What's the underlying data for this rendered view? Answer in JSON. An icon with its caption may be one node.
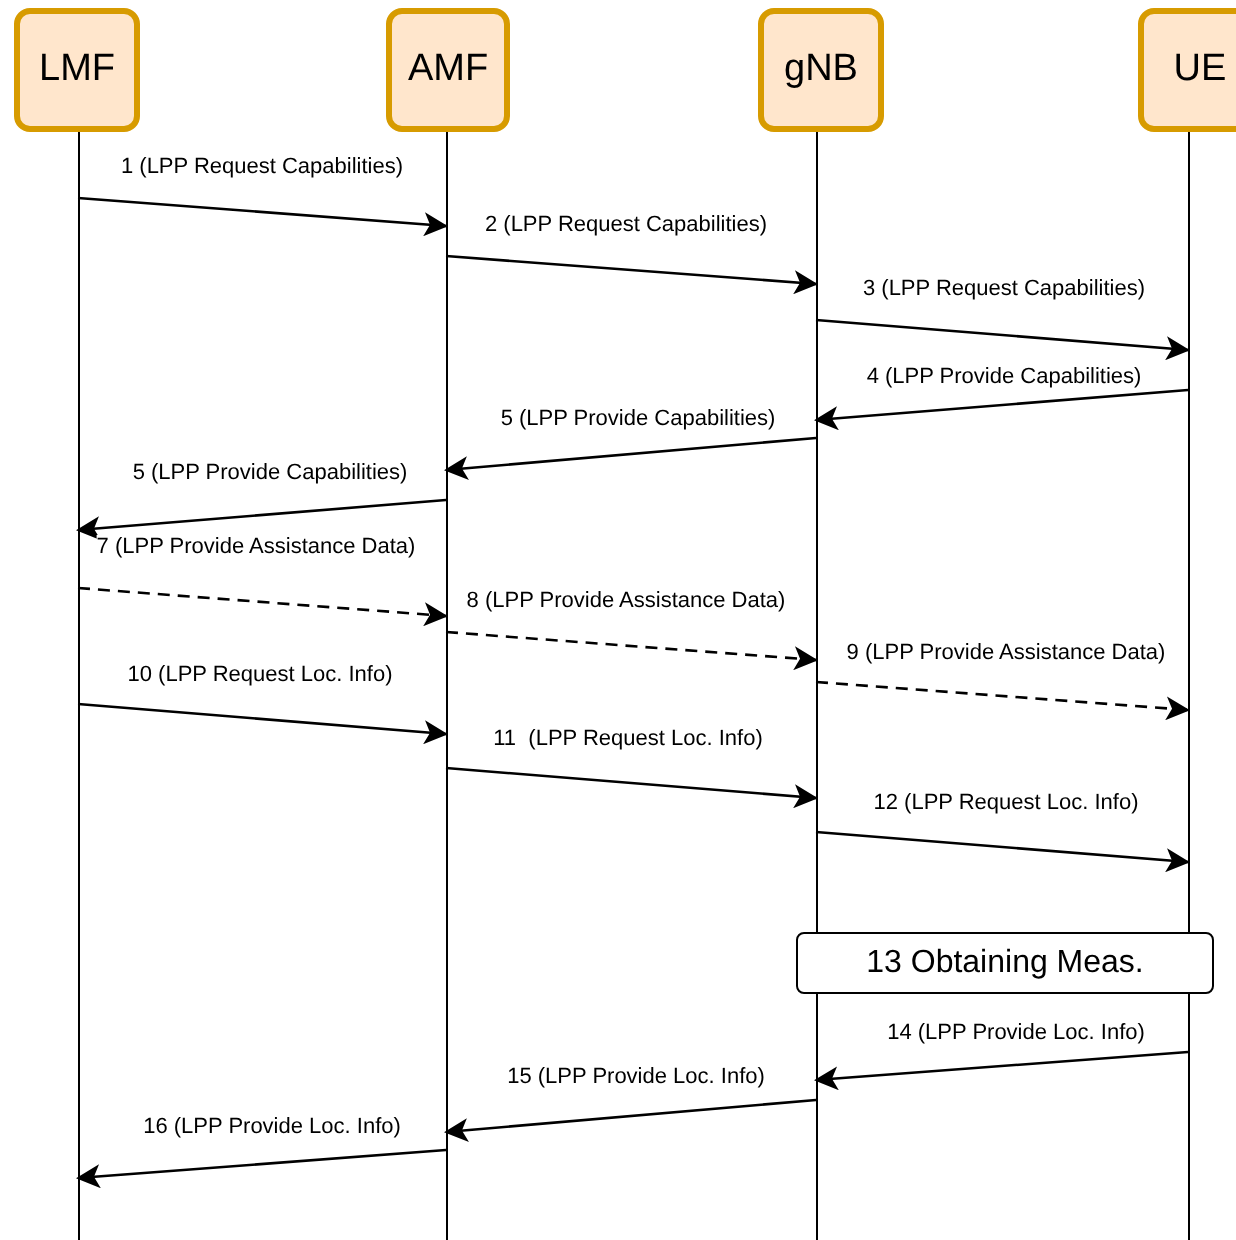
{
  "diagram": {
    "nodes": [
      {
        "text": [
          "LMF"
        ]
      },
      {
        "text": [
          "AMF"
        ]
      },
      {
        "text": [
          "gNB"
        ]
      },
      {
        "text": [
          "UE"
        ]
      },
      {
        "text": [],
        "shape": "line"
      },
      {
        "text": [],
        "shape": "line"
      },
      {
        "text": [],
        "shape": "line"
      },
      {
        "text": [],
        "shape": "line"
      },
      {
        "text": [
          "13 Obtaining Meas."
        ]
      }
    ],
    "edges": [
      {
        "from": 4,
        "to": 5,
        "arrow": "to",
        "label": "1 (LPP Request Capabilities)"
      },
      {
        "from": 5,
        "to": 6,
        "arrow": "to",
        "label": "2 (LPP Request Capabilities)"
      },
      {
        "from": 6,
        "to": 7,
        "arrow": "to",
        "label": "3 (LPP Request Capabilities)"
      },
      {
        "from": 7,
        "to": 6,
        "arrow": "to",
        "label": "4 (LPP Provide Capabilities)"
      },
      {
        "from": 6,
        "to": 5,
        "arrow": "to",
        "label": "5 (LPP Provide Capabilities)"
      },
      {
        "from": 5,
        "to": 4,
        "arrow": "to",
        "label": "5 (LPP Provide Capabilities)"
      },
      {
        "from": 4,
        "to": 5,
        "arrow": "to",
        "label": "7 (LPP Provide Assistance Data)",
        "style": "dashed"
      },
      {
        "from": 5,
        "to": 6,
        "arrow": "to",
        "label": "8 (LPP Provide Assistance Data)",
        "style": "dashed"
      },
      {
        "from": 6,
        "to": 7,
        "arrow": "to",
        "label": "9 (LPP Provide Assistance Data)",
        "style": "dashed"
      },
      {
        "from": 4,
        "to": 5,
        "arrow": "to",
        "label": "10 (LPP Request Loc. Info)"
      },
      {
        "from": 5,
        "to": 6,
        "arrow": "to",
        "label": "11  (LPP Request Loc. Info)"
      },
      {
        "from": 6,
        "to": 7,
        "arrow": "to",
        "label": "12 (LPP Request Loc. Info)"
      },
      {
        "from": 7,
        "to": 6,
        "arrow": "to",
        "label": "14 (LPP Provide Loc. Info)"
      },
      {
        "from": 6,
        "to": 5,
        "arrow": "to",
        "label": "15 (LPP Provide Loc. Info)"
      },
      {
        "from": 5,
        "to": 4,
        "arrow": "to",
        "label": "16 (LPP Provide Loc. Info)"
      }
    ]
  }
}
